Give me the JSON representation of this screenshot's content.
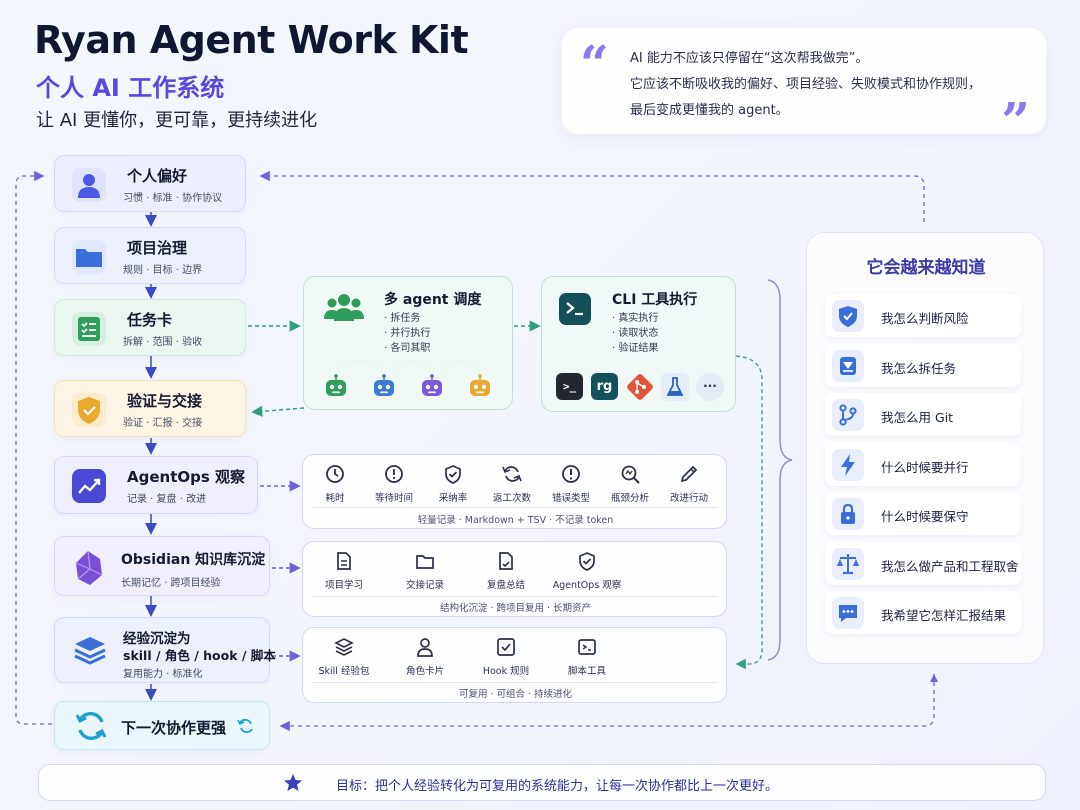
{
  "header": {
    "title": "Ryan Agent Work Kit",
    "subtitle": "个人 AI 工作系统",
    "tagline": "让 AI 更懂你，更可靠，更持续进化"
  },
  "quote": {
    "lines": [
      "AI 能力不应该只停留在“这次帮我做完”。",
      "它应该不断吸收我的偏好、项目经验、失败模式和协作规则，",
      "最后变成更懂我的 agent。"
    ]
  },
  "steps": [
    {
      "title": "个人偏好",
      "sub": "习惯 · 标准 · 协作协议",
      "icon": "person-icon"
    },
    {
      "title": "项目治理",
      "sub": "规则 · 目标 · 边界",
      "icon": "folder-icon"
    },
    {
      "title": "任务卡",
      "sub": "拆解 · 范围 · 验收",
      "icon": "checklist-icon"
    },
    {
      "title": "验证与交接",
      "sub": "验证 · 汇报 · 交接",
      "icon": "shield-icon"
    },
    {
      "title": "AgentOps 观察",
      "sub": "记录 · 复盘 · 改进",
      "icon": "trend-chart-icon"
    },
    {
      "title": "Obsidian 知识库沉淀",
      "sub": "长期记忆 · 跨项目经验",
      "icon": "obsidian-gem-icon"
    },
    {
      "title": "经验沉淀为",
      "title2": "skill / 角色 / hook / 脚本",
      "sub": "复用能力 · 标准化",
      "icon": "layers-icon"
    },
    {
      "title": "下一次协作更强",
      "icon": "refresh-icon"
    }
  ],
  "agent_panel": {
    "title": "多 agent 调度",
    "bullets": [
      "· 拆任务",
      "· 并行执行",
      "· 各司其职"
    ],
    "robot_colors": [
      "#2f9e5c",
      "#3a7bd5",
      "#7a5ad8",
      "#e9a92f"
    ]
  },
  "cli_panel": {
    "title": "CLI 工具执行",
    "bullets": [
      "· 真实执行",
      "· 读取状态",
      "· 验证结果"
    ],
    "tools": [
      {
        "name": "terminal-tool-icon",
        "label": ">_"
      },
      {
        "name": "rg-tool-icon",
        "label": "rg"
      },
      {
        "name": "git-tool-icon",
        "label": ""
      },
      {
        "name": "flask-tool-icon",
        "label": ""
      },
      {
        "name": "more-tool-icon",
        "label": "···"
      }
    ]
  },
  "ops_metrics": {
    "items": [
      "耗时",
      "等待时间",
      "采纳率",
      "返工次数",
      "错误类型",
      "瓶颈分析",
      "改进行动"
    ],
    "footnote": "轻量记录   ·   Markdown + TSV   ·   不记录 token"
  },
  "obsidian_items": {
    "items": [
      "项目学习",
      "交接记录",
      "复盘总结",
      "AgentOps 观察"
    ],
    "footnote": "结构化沉淀   ·   跨项目复用   ·   长期资产"
  },
  "assets": {
    "items": [
      "Skill 经验包",
      "角色卡片",
      "Hook 规则",
      "脚本工具"
    ],
    "footnote": "可复用   ·   可组合   ·   持续进化"
  },
  "knows": {
    "title": "它会越来越知道",
    "items": [
      {
        "label": "我怎么判断风险",
        "icon": "shield-check-icon"
      },
      {
        "label": "我怎么拆任务",
        "icon": "split-task-icon"
      },
      {
        "label": "我怎么用 Git",
        "icon": "git-branch-icon"
      },
      {
        "label": "什么时候要并行",
        "icon": "lightning-icon"
      },
      {
        "label": "什么时候要保守",
        "icon": "lock-icon"
      },
      {
        "label": "我怎么做产品和工程取舍",
        "icon": "scale-icon"
      },
      {
        "label": "我希望它怎样汇报结果",
        "icon": "chat-icon"
      }
    ]
  },
  "goal": {
    "text": "目标：把个人经验转化为可复用的系统能力，让每一次协作都比上一次更好。"
  },
  "colors": {
    "accent": "#5b46e0",
    "blue": "#3a6fd8",
    "green": "#2f9e5c",
    "amber": "#e9a92f"
  }
}
